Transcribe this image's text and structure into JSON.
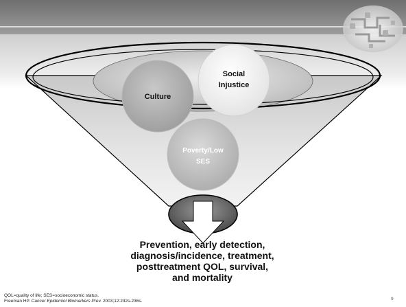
{
  "circles": {
    "culture": "Culture",
    "social_injustice_line1": "Social",
    "social_injustice_line2": "Injustice",
    "poverty_line1": "Poverty/Low",
    "poverty_line2": "SES"
  },
  "conclusion": {
    "line1": "Prevention, early detection,",
    "line2": "diagnosis/incidence, treatment,",
    "line3": "posttreatment QOL, survival,",
    "line4": "and mortality"
  },
  "footnote": {
    "abbreviations": "QOL=quality of life; SES=socioeconomic status.",
    "citation_author": "Freeman HP.",
    "citation_journal": "Cancer Epidemiol Biomarkers Prev.",
    "citation_details": "2003;12:232s-236s."
  },
  "page_number": "9",
  "colors": {
    "header": "#7a7a7a",
    "funnel_fill": "#d4d4d4",
    "funnel_stroke": "#000000"
  }
}
